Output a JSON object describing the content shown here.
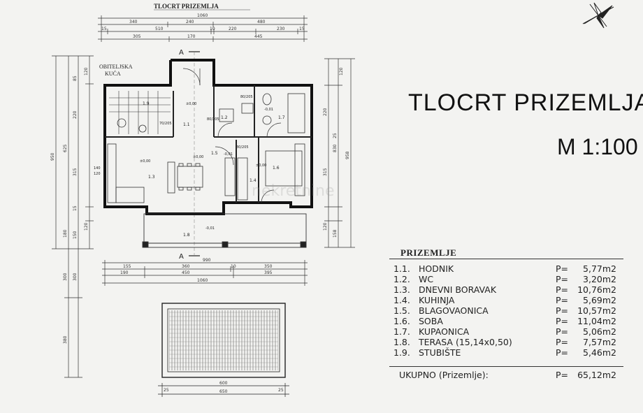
{
  "drawing": {
    "header_title": "TLOCRT PRIZEMLJA",
    "family_house_label": [
      "OBITELJSKA",
      "KUĆA"
    ],
    "section_markers": [
      "A",
      "A"
    ],
    "watermark": "nekretnine",
    "dims_top_row1": [
      "1060"
    ],
    "dims_top_row2": [
      "340",
      "240",
      "480"
    ],
    "dims_top_row3": [
      "15",
      "510",
      "10",
      "220",
      "230",
      "15"
    ],
    "dims_top_row4": [
      "305",
      "170",
      "445"
    ],
    "dims_bottom_row1": [
      "990"
    ],
    "dims_bottom_row2": [
      "155",
      "360",
      "10",
      "350"
    ],
    "dims_bottom_row3": [
      "190",
      "450",
      "395"
    ],
    "dims_bottom_row4": [
      "1060"
    ],
    "dims_left_outer": [
      "950",
      "300",
      "380"
    ],
    "dims_left_mid": [
      "625",
      "180",
      "300"
    ],
    "dims_left_inner": [
      "120",
      "85",
      "220",
      "315",
      "15",
      "120",
      "150"
    ],
    "dims_right_inner": [
      "120",
      "220",
      "25",
      "315",
      "120",
      "158"
    ],
    "dims_right_mid": [
      "830"
    ],
    "dims_right_outer": [
      "958"
    ],
    "side_dim": [
      "140",
      "120"
    ],
    "roof_dims": [
      "600",
      "650",
      "25",
      "25"
    ],
    "room_numbers": [
      "1.1",
      "1.2",
      "1.3",
      "1.4",
      "1.5",
      "1.6",
      "1.7",
      "1.8",
      "1.9"
    ],
    "levels": [
      "±0,00",
      "±0,00",
      "±0,00",
      "±0,00",
      "-0,01",
      "-0,01",
      "-0,01"
    ],
    "door_tags": [
      "80/205",
      "80/205",
      "80/205",
      "70/205"
    ]
  },
  "title": {
    "main": "TLOCRT PRIZEMLJA",
    "scale": "M 1:100"
  },
  "legend": {
    "heading": "PRIZEMLJE",
    "rows": [
      {
        "no": "1.1.",
        "name": "HODNIK",
        "p": "P=",
        "area": "5,77m2"
      },
      {
        "no": "1.2.",
        "name": "WC",
        "p": "P=",
        "area": "3,20m2"
      },
      {
        "no": "1.3.",
        "name": "DNEVNI BORAVAK",
        "p": "P=",
        "area": "10,76m2"
      },
      {
        "no": "1.4.",
        "name": "KUHINJA",
        "p": "P=",
        "area": "5,69m2"
      },
      {
        "no": "1.5.",
        "name": "BLAGOVAONICA",
        "p": "P=",
        "area": "10,57m2"
      },
      {
        "no": "1.6.",
        "name": "SOBA",
        "p": "P=",
        "area": "11,04m2"
      },
      {
        "no": "1.7.",
        "name": "KUPAONICA",
        "p": "P=",
        "area": "5,06m2"
      },
      {
        "no": "1.8.",
        "name": "TERASA (15,14x0,50)",
        "p": "P=",
        "area": "7,57m2"
      },
      {
        "no": "1.9.",
        "name": "STUBIŠTE",
        "p": "P=",
        "area": "5,46m2"
      }
    ],
    "total_label": "UKUPNO (Prizemlje):",
    "total_p": "P=",
    "total_area": "65,12m2"
  }
}
